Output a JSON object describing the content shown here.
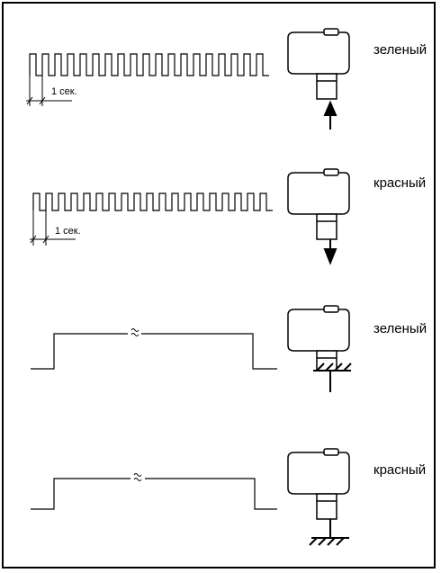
{
  "rows": [
    {
      "signal": "pulse",
      "period_label": "1 сек.",
      "led_color_label": "зеленый",
      "motion": "up"
    },
    {
      "signal": "pulse",
      "period_label": "1 сек.",
      "led_color_label": "красный",
      "motion": "down"
    },
    {
      "signal": "steady",
      "led_color_label": "зеленый",
      "motion": "ground-hatched-cross"
    },
    {
      "signal": "steady",
      "led_color_label": "красный",
      "motion": "ground"
    }
  ]
}
